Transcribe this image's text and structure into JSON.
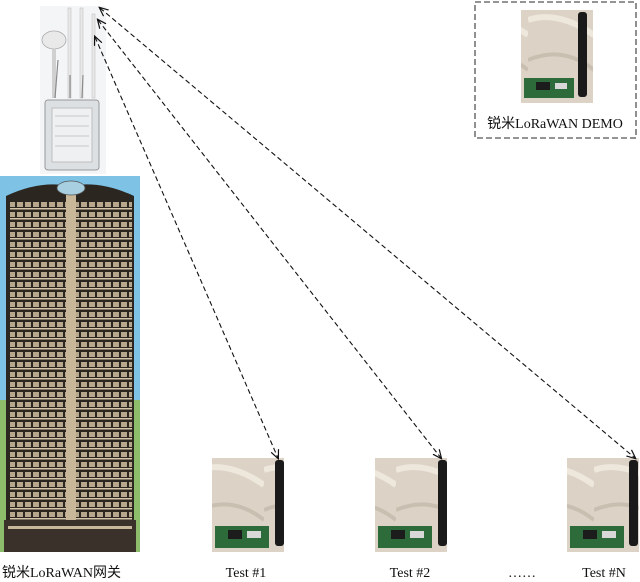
{
  "gateway": {
    "label": "锐米LoRaWAN网关"
  },
  "demo": {
    "label": "锐米LoRaWAN DEMO"
  },
  "nodes": [
    {
      "label": "Test #1"
    },
    {
      "label": "Test #2"
    },
    {
      "label": "Test #N"
    }
  ],
  "ellipsis": "……",
  "colors": {
    "sky": "#7ec3e6",
    "building": "#2c2620",
    "building_trim": "#c9b79a",
    "grass": "#8dbd6a",
    "board": "#2e6b3a",
    "antenna": "#1a1a1a",
    "demo_border": "#555555"
  }
}
